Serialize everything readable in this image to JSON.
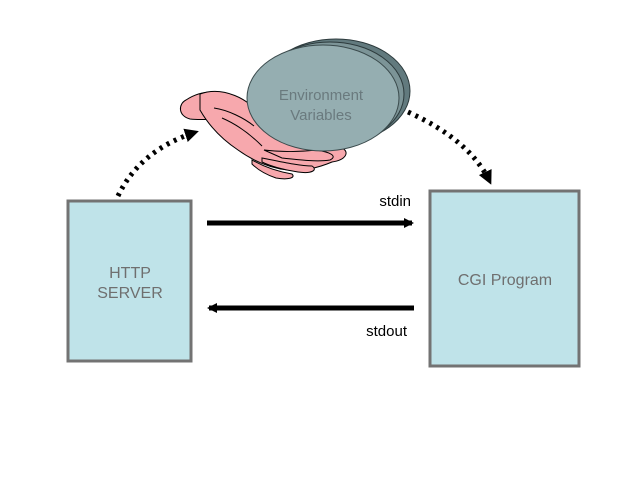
{
  "colors": {
    "box_fill": "#bfe3e9",
    "box_border": "#737373",
    "disc_fill": "#95aeb1",
    "hand_fill": "#f7a8ad",
    "arrow": "#000000"
  },
  "http_server": {
    "line1": "HTTP",
    "line2": "SERVER"
  },
  "cgi_program": {
    "label": "CGI Program"
  },
  "env": {
    "line1": "Environment",
    "line2": "Variables"
  },
  "arrows": {
    "stdin": "stdin",
    "stdout": "stdout"
  }
}
